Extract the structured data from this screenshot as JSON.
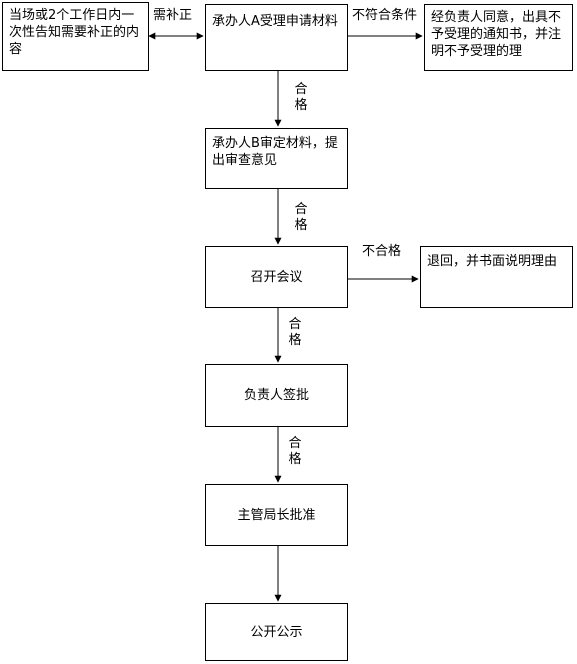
{
  "nodes": {
    "left_notice": "当场或2个工作日内一次性告知需要补正的内容",
    "accept": "承办人A受理申请材料",
    "reject_notice": "经负责人同意，出具不予受理的通知书，并注明不予受理的理",
    "review": "承办人B审定材料，提出审查意见",
    "meeting": "召开会议",
    "return_notice": "退回，并书面说明理由",
    "approve_head": "负责人签批",
    "approve_bureau": "主管局长批准",
    "publicize": "公开公示"
  },
  "labels": {
    "need_fix": "需补正",
    "not_meet": "不符合条件",
    "pass": "合格",
    "fail": "不合格"
  },
  "colors": {
    "line": "#000000",
    "box_border": "#000000"
  }
}
